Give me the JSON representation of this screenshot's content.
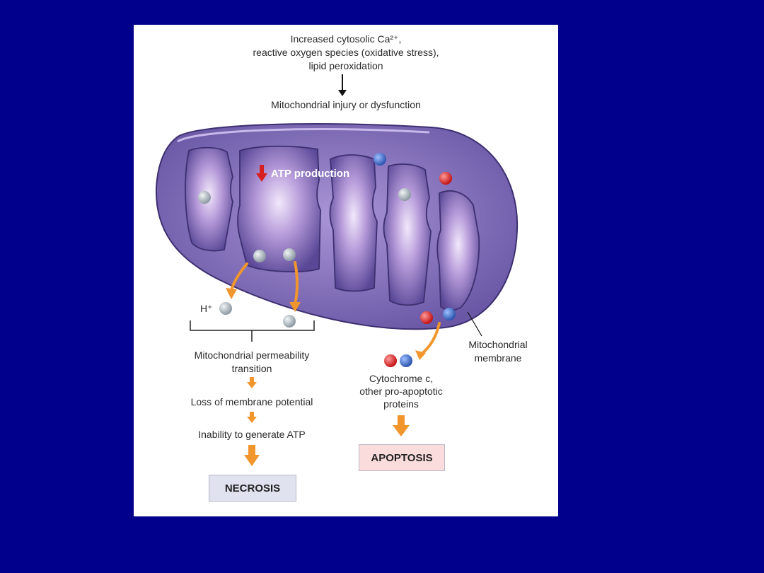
{
  "trigger": {
    "line1": "Increased cytosolic Ca²⁺,",
    "line2": "reactive oxygen species (oxidative stress),",
    "line3": "lipid peroxidation"
  },
  "injury": "Mitochondrial injury or dysfunction",
  "atp_production": "ATP production",
  "proton_label": "H⁺",
  "membrane_label": {
    "line1": "Mitochondrial",
    "line2": "membrane"
  },
  "necrosis_path": {
    "mpt_line1": "Mitochondrial permeability",
    "mpt_line2": "transition",
    "loss": "Loss of membrane potential",
    "inability": "Inability to generate ATP",
    "outcome": "NECROSIS"
  },
  "apoptosis_path": {
    "cyto_line1": "Cytochrome c,",
    "cyto_line2": "other pro-apoptotic",
    "cyto_line3": "proteins",
    "outcome": "APOPTOSIS"
  },
  "colors": {
    "slide_background": "#00008c",
    "outer_membrane": "#7d69b4",
    "matrix": "#c8b4e6",
    "arrow_orange": "#f0962d",
    "protein_red": "#dc2828",
    "protein_blue": "#3c6ec8",
    "necrosis_box": "#e0e2f0",
    "apoptosis_box": "#fadcdc"
  },
  "icons": [
    "down-arrow-icon",
    "red-down-arrow-icon",
    "orange-arrow-icon"
  ]
}
